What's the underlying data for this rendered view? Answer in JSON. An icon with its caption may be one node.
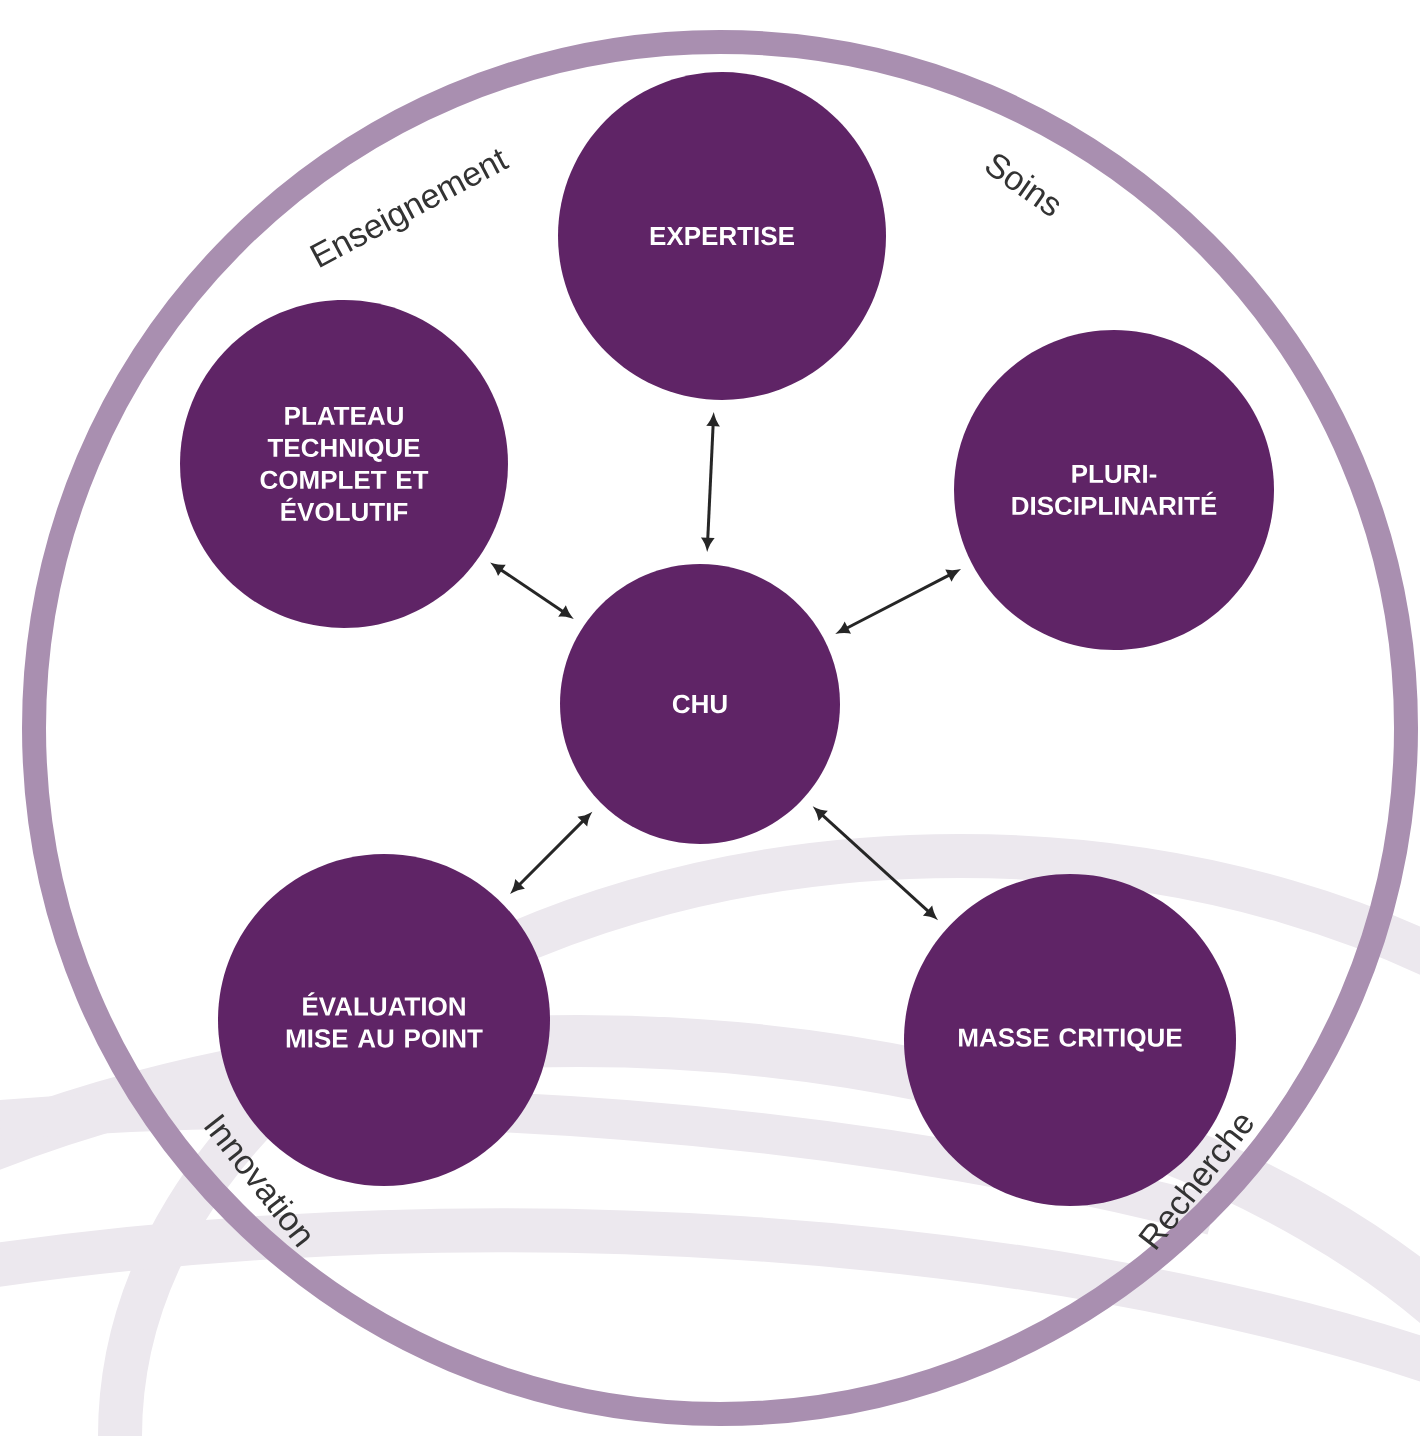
{
  "diagram": {
    "nodes": [
      {
        "text": [
          "EXPERTISE"
        ]
      },
      {
        "text": [
          "PLATEAU TECHNIQUE COMPLET ET ÉVOLUTIF"
        ]
      },
      {
        "text": [
          "PLURI-DISCIPLINARITÉ"
        ]
      },
      {
        "text": [
          "CHU"
        ]
      },
      {
        "text": [
          "ÉVALUATION MISE AU POINT"
        ]
      },
      {
        "text": [
          "MASSE CRITIQUE"
        ]
      }
    ],
    "edges": [
      {
        "from": 3,
        "to": 0,
        "arrow": "both"
      },
      {
        "from": 3,
        "to": 1,
        "arrow": "both"
      },
      {
        "from": 3,
        "to": 2,
        "arrow": "both"
      },
      {
        "from": 3,
        "to": 4,
        "arrow": "both"
      },
      {
        "from": 3,
        "to": 5,
        "arrow": "both"
      }
    ],
    "labels": [
      "Enseignement",
      "Soins",
      "Innovation",
      "Recherche"
    ]
  }
}
